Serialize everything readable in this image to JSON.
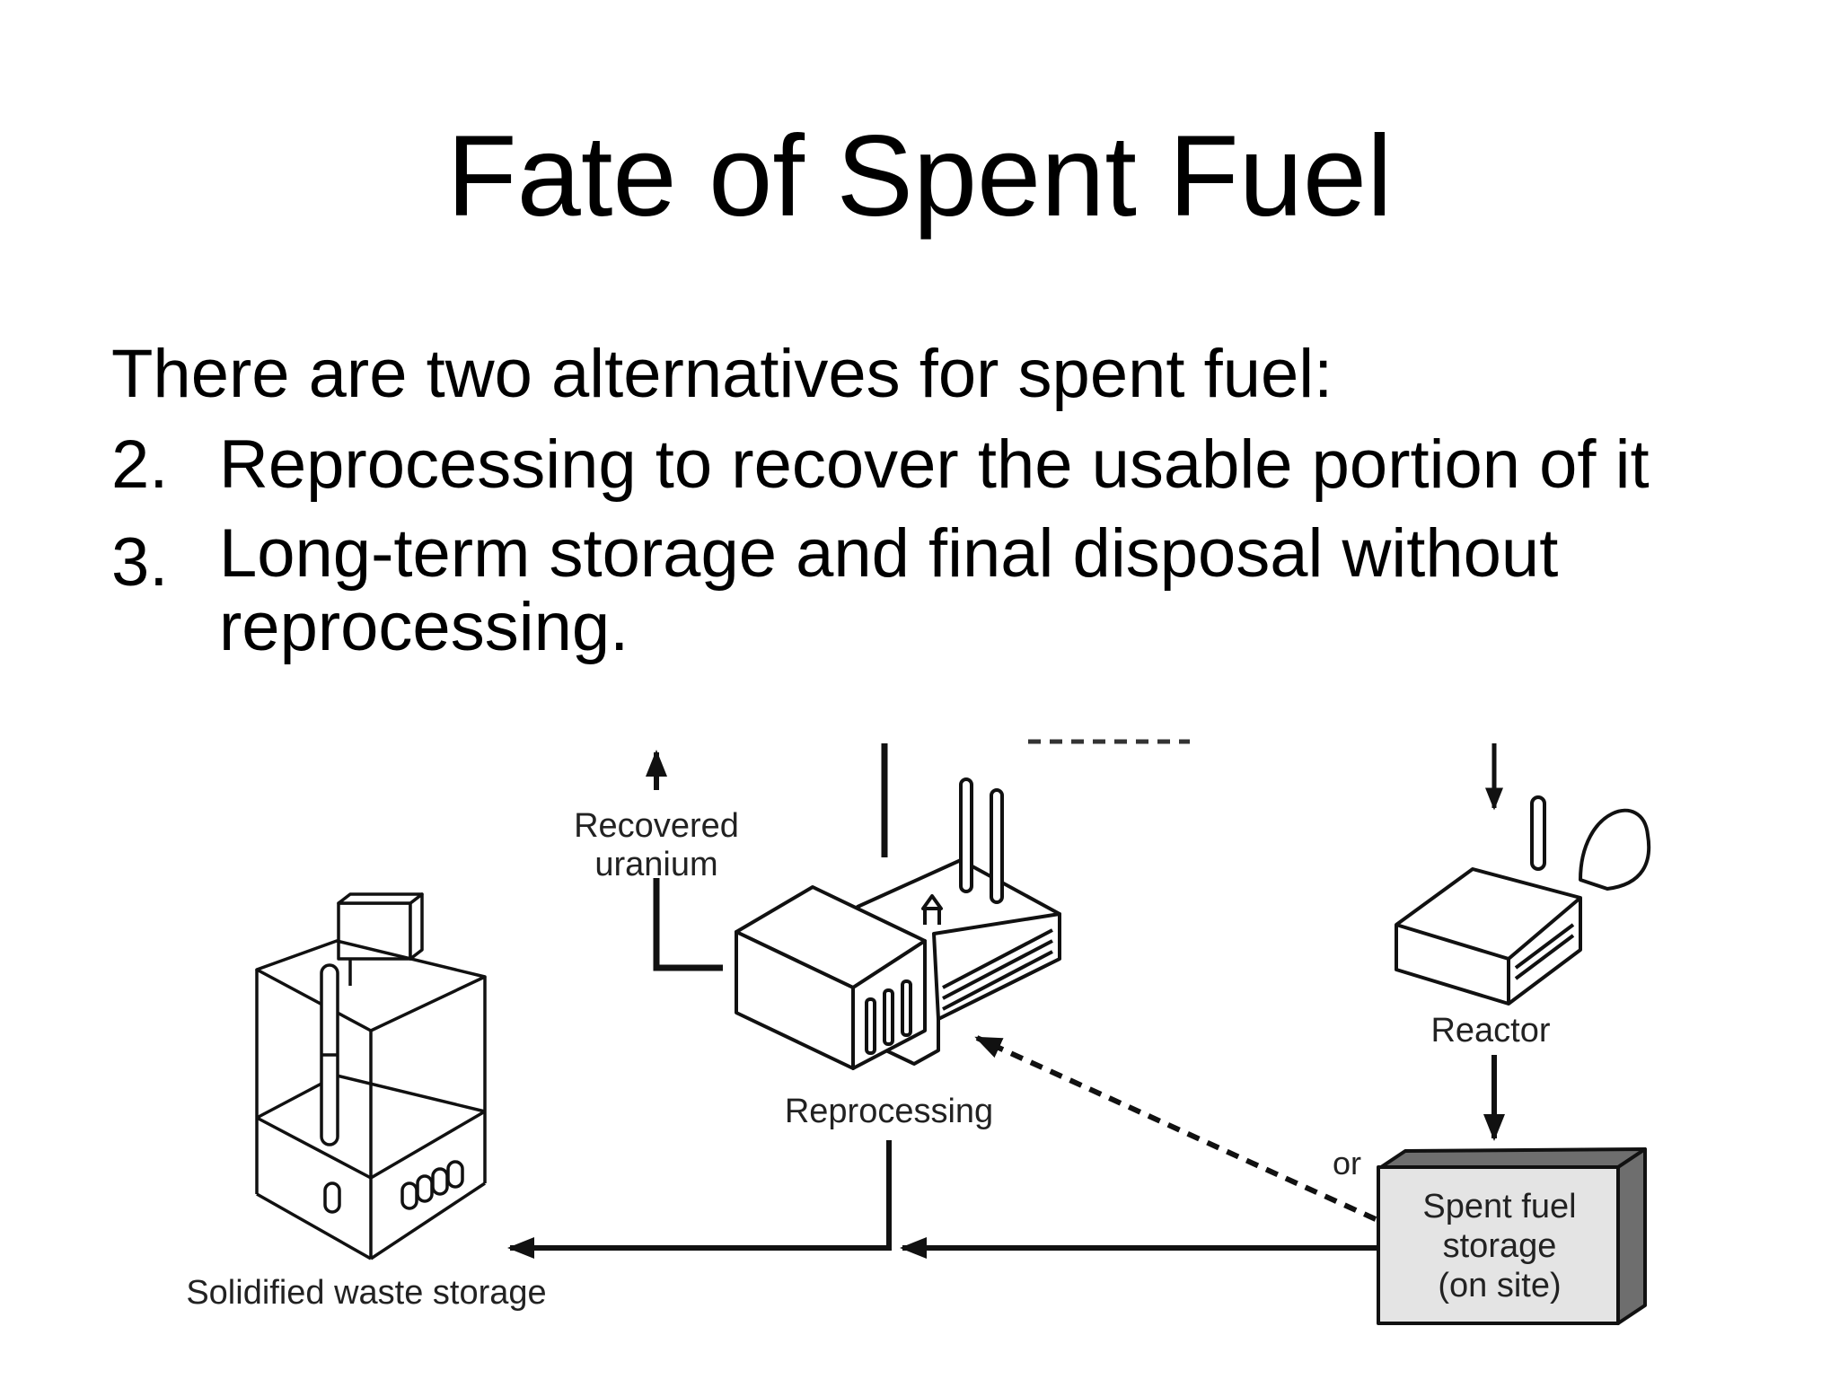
{
  "slide": {
    "title": "Fate of Spent Fuel",
    "intro": "There are two alternatives for spent fuel:",
    "items": [
      {
        "number": "2.",
        "text": "Reprocessing to recover the usable portion of it"
      },
      {
        "number": "3.",
        "text": "Long-term storage and final disposal without reprocessing."
      }
    ]
  },
  "diagram": {
    "labels": {
      "recovered_uranium": [
        "Recovered",
        "uranium"
      ],
      "reprocessing": "Reprocessing",
      "reactor": "Reactor",
      "or": "or",
      "spent_fuel_storage": [
        "Spent fuel",
        "storage",
        "(on site)"
      ],
      "solidified_waste_storage": "Solidified waste storage"
    },
    "icons": [
      "reprocessing-plant-icon",
      "reactor-building-icon",
      "waste-repository-icon",
      "spent-fuel-storage-box-icon"
    ]
  }
}
